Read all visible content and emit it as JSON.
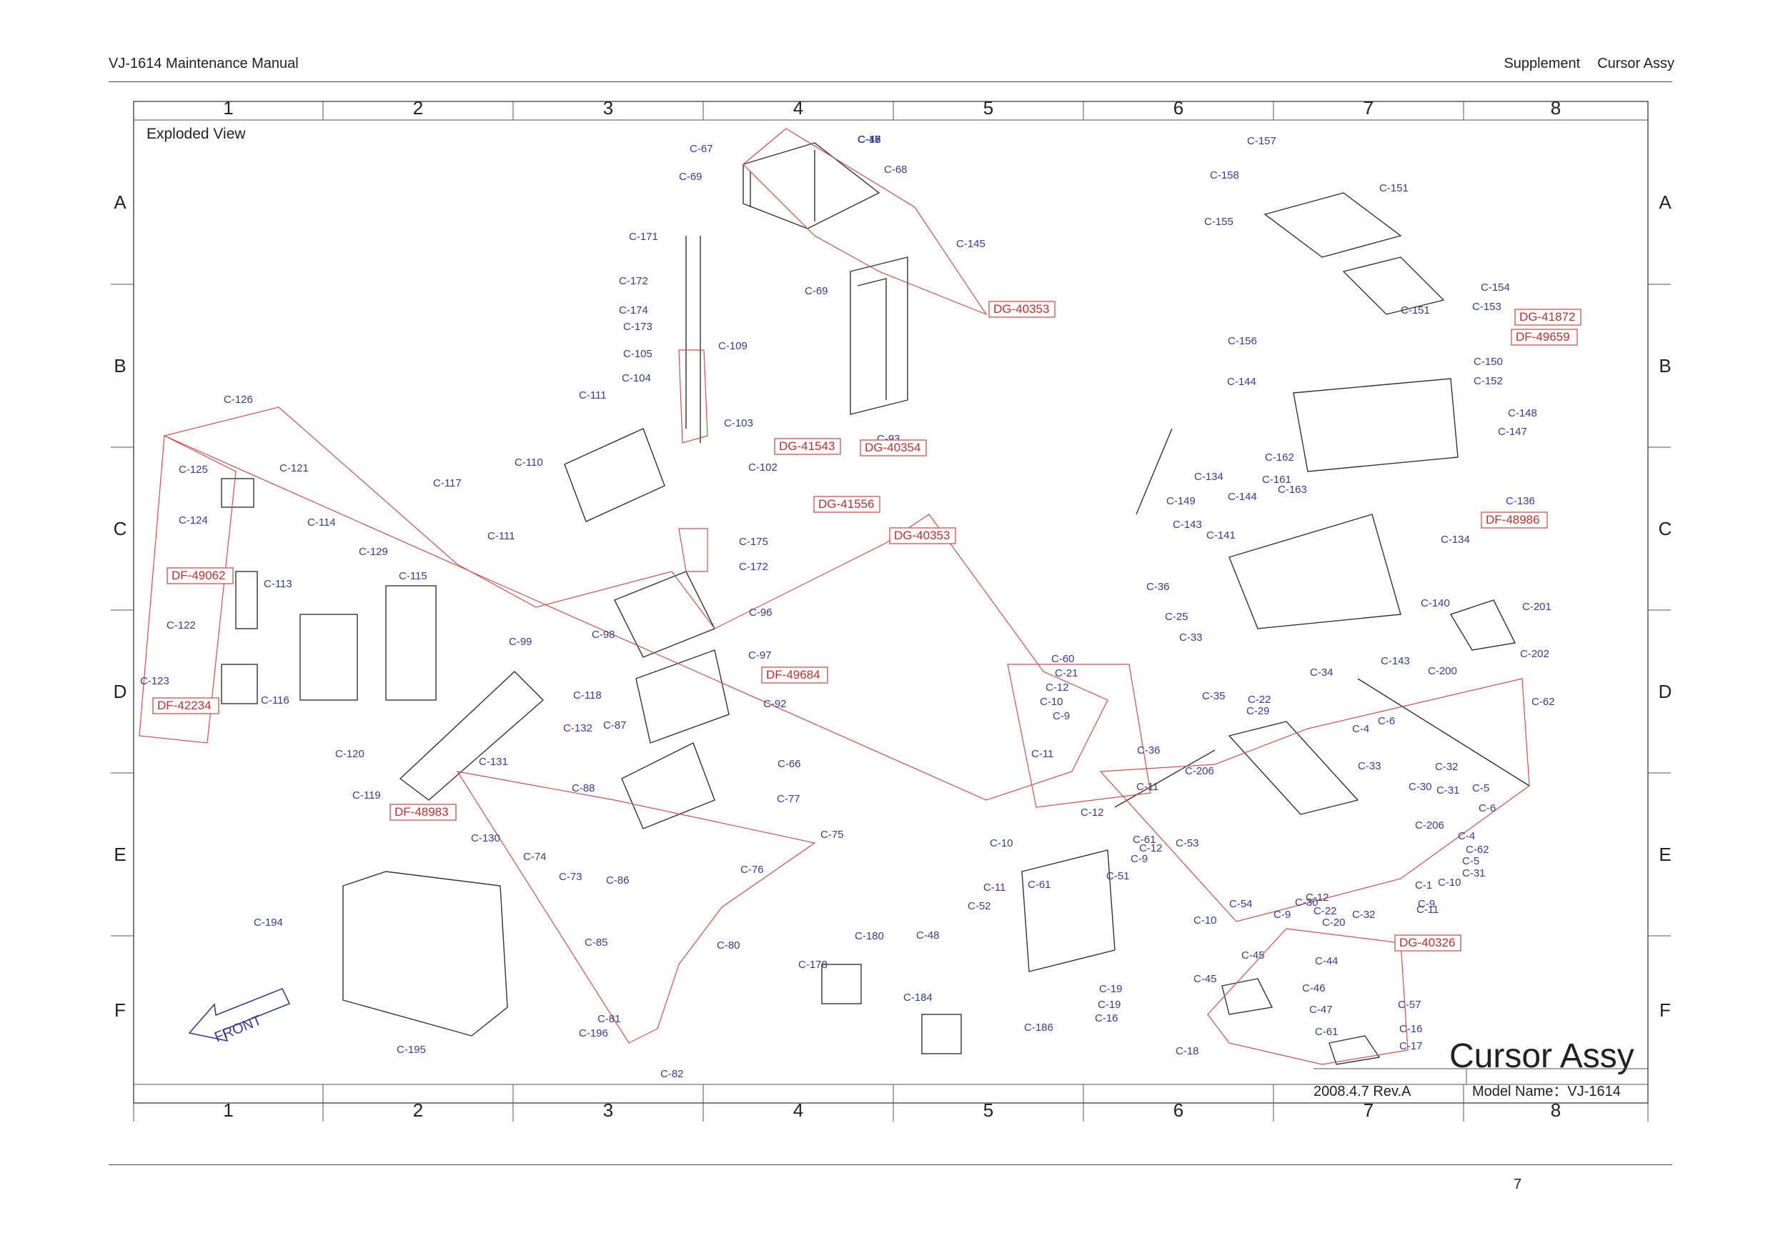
{
  "header": {
    "left": "VJ-1614 Maintenance Manual",
    "right_section": "Supplement",
    "right_title": "Cursor Assy"
  },
  "frame": {
    "columns": [
      "1",
      "2",
      "3",
      "4",
      "5",
      "6",
      "7",
      "8"
    ],
    "rows": [
      "A",
      "B",
      "C",
      "D",
      "E",
      "F"
    ],
    "view_title": "Exploded View"
  },
  "title_block": {
    "assy_name": "Cursor Assy",
    "revision": "2008.4.7 Rev.A",
    "model_label": "Model Name：VJ-1614"
  },
  "page_number": "7",
  "front_label": "FRONT",
  "drawing_refs": [
    "DG-40353",
    "DG-41543",
    "DG-40354",
    "DG-41556",
    "DG-40353",
    "DF-49684",
    "DF-49062",
    "DF-42234",
    "DF-48983",
    "DG-41872",
    "DF-49659",
    "DF-48986",
    "DG-40326"
  ],
  "part_labels": [
    "C-67",
    "C-68",
    "C-69",
    "C-69",
    "C-145",
    "C-171",
    "C-172",
    "C-174",
    "C-173",
    "C-105",
    "C-104",
    "C-111",
    "C-109",
    "C-103",
    "C-110",
    "C-102",
    "C-93",
    "C-111",
    "C-175",
    "C-172",
    "C-96",
    "C-99",
    "C-98",
    "C-97",
    "C-92",
    "C-87",
    "C-88",
    "C-66",
    "C-77",
    "C-75",
    "C-76",
    "C-74",
    "C-73",
    "C-86",
    "C-85",
    "C-80",
    "C-81",
    "C-82",
    "C-178",
    "C-180",
    "C-184",
    "C-186",
    "C-48",
    "C-126",
    "C-125",
    "C-121",
    "C-117",
    "C-124",
    "C-114",
    "C-129",
    "C-115",
    "C-113",
    "C-122",
    "C-123",
    "C-116",
    "C-118",
    "C-120",
    "C-119",
    "C-132",
    "C-131",
    "C-130",
    "C-194",
    "C-195",
    "C-196",
    "C-157",
    "C-158",
    "C-155",
    "C-151",
    "C-154",
    "C-151",
    "C-153",
    "C-156",
    "C-150",
    "C-152",
    "C-144",
    "C-148",
    "C-147",
    "C-134",
    "C-162",
    "C-161",
    "C-163",
    "C-149",
    "C-144",
    "C-136",
    "C-134",
    "C-143",
    "C-141",
    "C-140",
    "C-201",
    "C-202",
    "C-200",
    "C-143",
    "C-36",
    "C-25",
    "C-33",
    "C-34",
    "C-62",
    "C-60",
    "C-21",
    "C-12",
    "C-10",
    "C-9",
    "C-11",
    "C-35",
    "C-22",
    "C-29",
    "C-4",
    "C-6",
    "C-36",
    "C-206",
    "C-33",
    "C-32",
    "C-30",
    "C-31",
    "C-5",
    "C-6",
    "C-4",
    "C-206",
    "C-62",
    "C-5",
    "C-31",
    "C-1",
    "C-9",
    "C-10",
    "C-11",
    "C-32",
    "C-30",
    "C-12",
    "C-22",
    "C-20",
    "C-9",
    "C-10",
    "C-11",
    "C-12",
    "C-61",
    "C-12",
    "C-9",
    "C-51",
    "C-61",
    "C-10",
    "C-11",
    "C-52",
    "C-53",
    "C-54",
    "C-45",
    "C-44",
    "C-46",
    "C-47",
    "C-45",
    "C-61",
    "C-57",
    "C-16",
    "C-17",
    "C-18",
    "C-19",
    "C-19",
    "C-16",
    "C-17",
    "C-18",
    "C-15",
    "C-46",
    "C-47",
    "C-48"
  ]
}
